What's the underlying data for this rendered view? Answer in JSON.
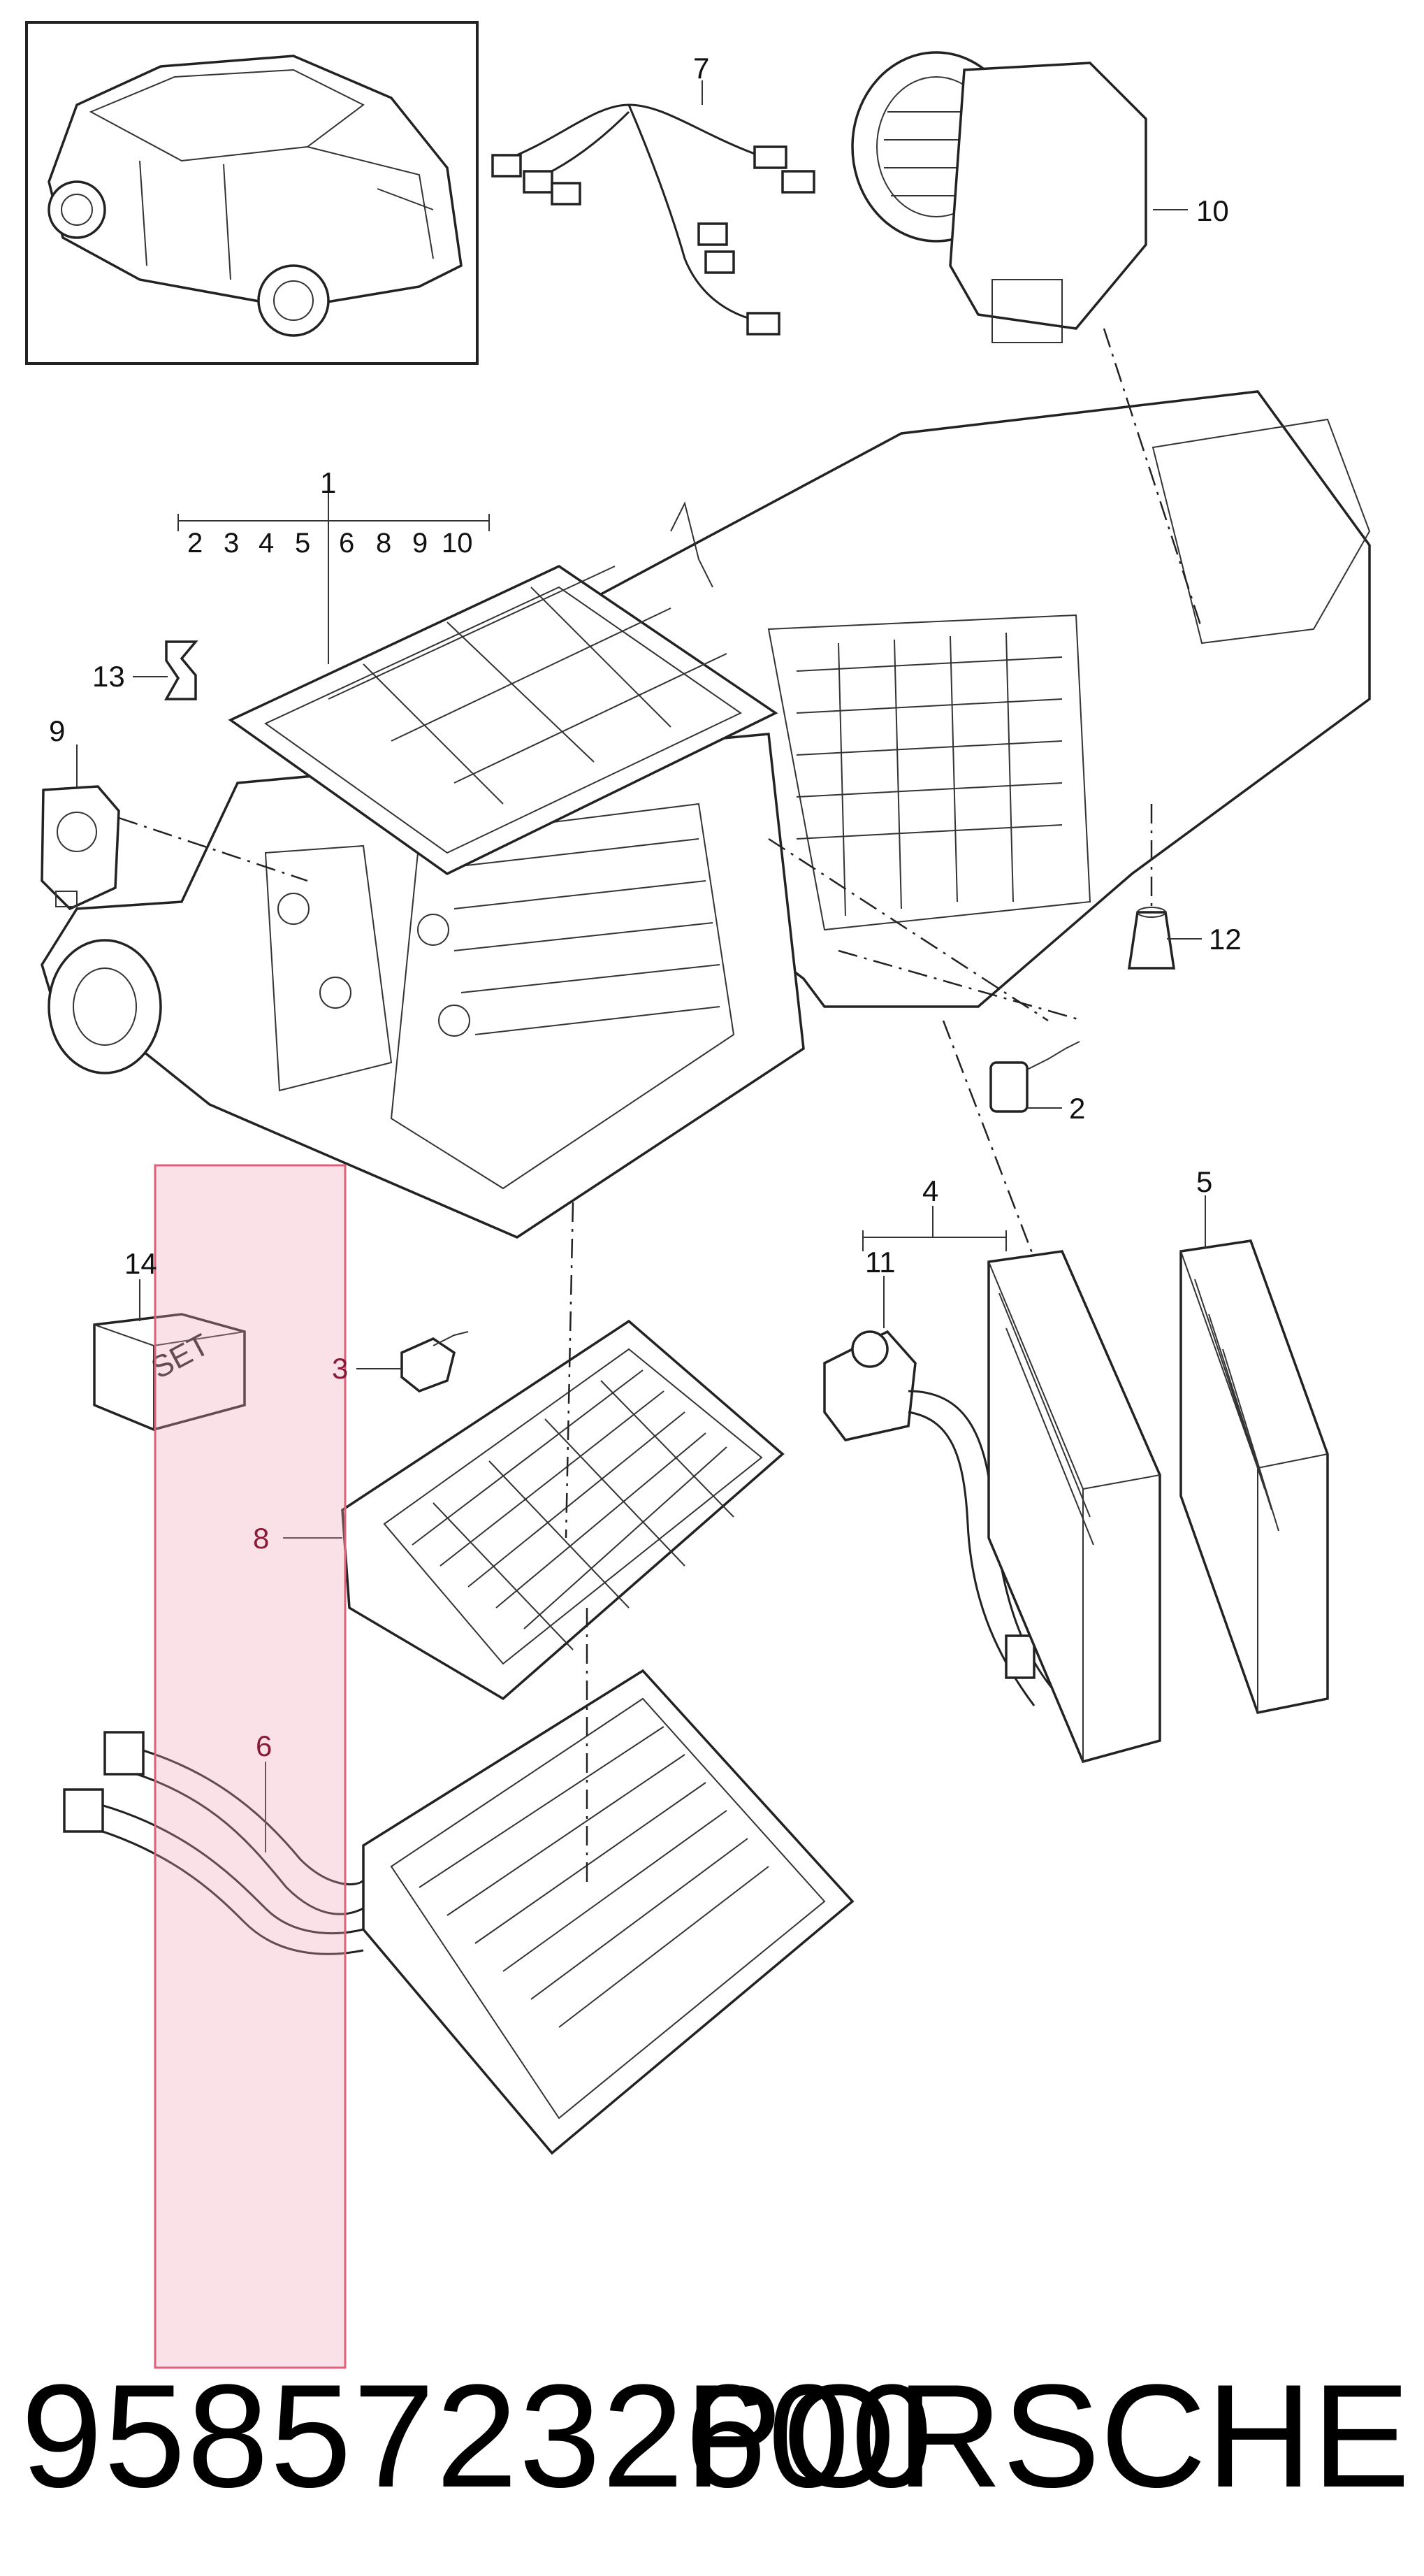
{
  "diagram": {
    "callouts": {
      "c1": "1",
      "c2": "2",
      "c3": "3",
      "c4": "4",
      "c5": "5",
      "c6": "6",
      "c7": "7",
      "c8": "8",
      "c9": "9",
      "c10": "10",
      "c11": "11",
      "c12": "12",
      "c13": "13",
      "c14": "14"
    },
    "sub_index_1": [
      "2",
      "3",
      "4",
      "5",
      "6",
      "8",
      "9",
      "10"
    ],
    "set_label": "SET",
    "highlight_color": "#f0a0b4"
  },
  "caption": {
    "part_number": "95857232600",
    "brand": "PORSCHE"
  }
}
